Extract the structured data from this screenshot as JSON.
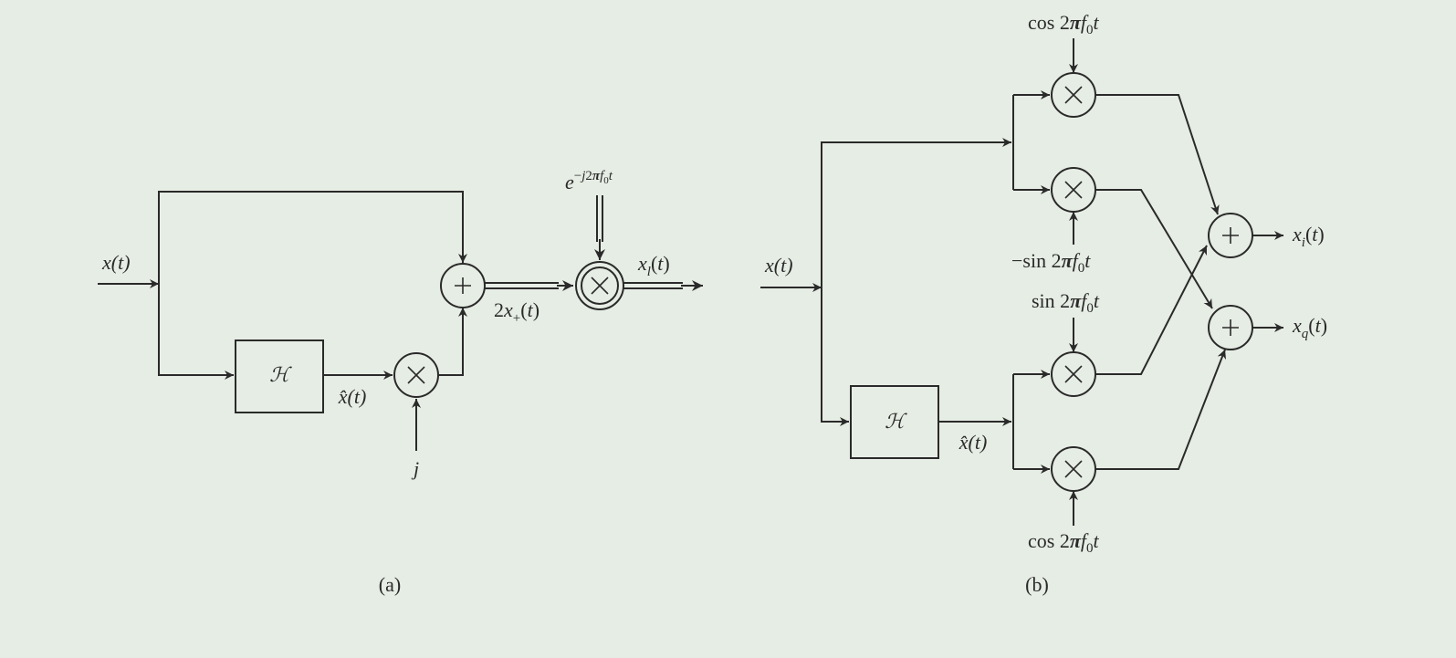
{
  "diagram_a": {
    "caption": "(a)",
    "input_label": "x(t)",
    "hilbert_label": "ℋ",
    "hilbert_output_label": "x̂(t)",
    "j_label": "j",
    "analytic_label": "2x+(t)",
    "exponential_label": "e−j2πf0t",
    "output_label": "xl(t)"
  },
  "diagram_b": {
    "caption": "(b)",
    "input_label": "x(t)",
    "hilbert_label": "ℋ",
    "hilbert_output_label": "x̂(t)",
    "carrier_labels": {
      "top_multiplier": "cos 2πf0t",
      "second_multiplier": "−sin 2πf0t",
      "third_multiplier": "sin 2πf0t",
      "bottom_multiplier": "cos 2πf0t"
    },
    "output_i_label": "xi(t)",
    "output_q_label": "xq(t)"
  },
  "colors": {
    "background": "#e6ede4",
    "stroke": "#2a2a2a"
  }
}
